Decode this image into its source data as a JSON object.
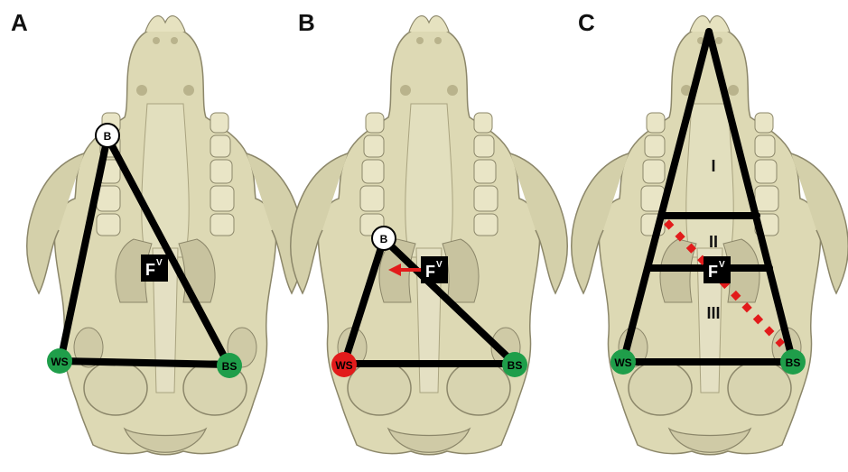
{
  "panels": {
    "A": {
      "letter": "A",
      "nodes": {
        "bite": "B",
        "working": "WS",
        "balancing": "BS"
      },
      "force": {
        "main": "F",
        "sup": "V"
      }
    },
    "B": {
      "letter": "B",
      "nodes": {
        "bite": "B",
        "working": "WS",
        "balancing": "BS"
      },
      "force": {
        "main": "F",
        "sup": "V"
      }
    },
    "C": {
      "letter": "C",
      "nodes": {
        "working": "WS",
        "balancing": "BS"
      },
      "force": {
        "main": "F",
        "sup": "V"
      },
      "zones": [
        "I",
        "II",
        "III"
      ]
    }
  },
  "colors": {
    "background": "#ffffff",
    "skull_fill": "#ddd9b4",
    "skull_shade": "#b9b38c",
    "skull_dark": "#8c876a",
    "line": "#000000",
    "green_node": "#1f9e4a",
    "red_node": "#e21b1b",
    "white_node": "#ffffff",
    "arrow": "#e21b1b",
    "dotted_line": "#e21b1b"
  }
}
